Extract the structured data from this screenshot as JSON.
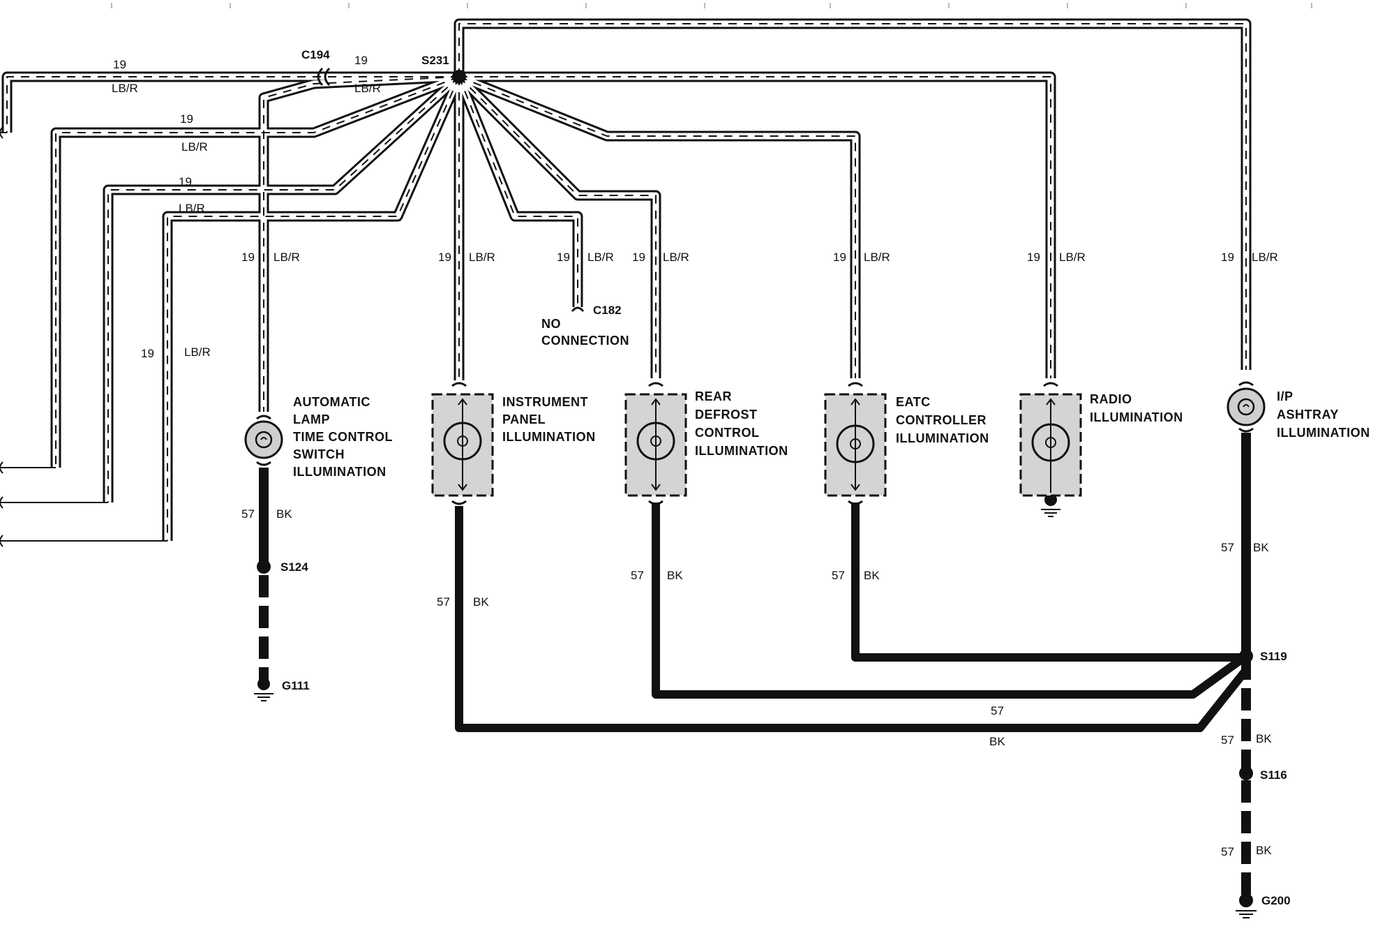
{
  "colors": {
    "wire": "#111111",
    "wire_fill": "#ffffff",
    "shade": "#d4d4d4",
    "background": "#ffffff"
  },
  "wire_labels": {
    "circuit_19": "19",
    "color_lbr": "LB/R",
    "circuit_57": "57",
    "color_bk": "BK"
  },
  "splices": {
    "s231": "S231",
    "c194": "C194",
    "c182": "C182",
    "s124": "S124",
    "s119": "S119",
    "s116": "S116"
  },
  "grounds": {
    "g111": "G111",
    "g200": "G200"
  },
  "no_connection": [
    "NO",
    "CONNECTION"
  ],
  "components": {
    "automatic_lamp": [
      "AUTOMATIC",
      "LAMP",
      "TIME CONTROL",
      "SWITCH",
      "ILLUMINATION"
    ],
    "instrument_panel": [
      "INSTRUMENT",
      "PANEL",
      "ILLUMINATION"
    ],
    "rear_defrost": [
      "REAR",
      "DEFROST",
      "CONTROL",
      "ILLUMINATION"
    ],
    "eatc": [
      "EATC",
      "CONTROLLER",
      "ILLUMINATION"
    ],
    "radio": [
      "RADIO",
      "ILLUMINATION"
    ],
    "ashtray": [
      "I/P",
      "ASHTRAY",
      "ILLUMINATION"
    ]
  }
}
